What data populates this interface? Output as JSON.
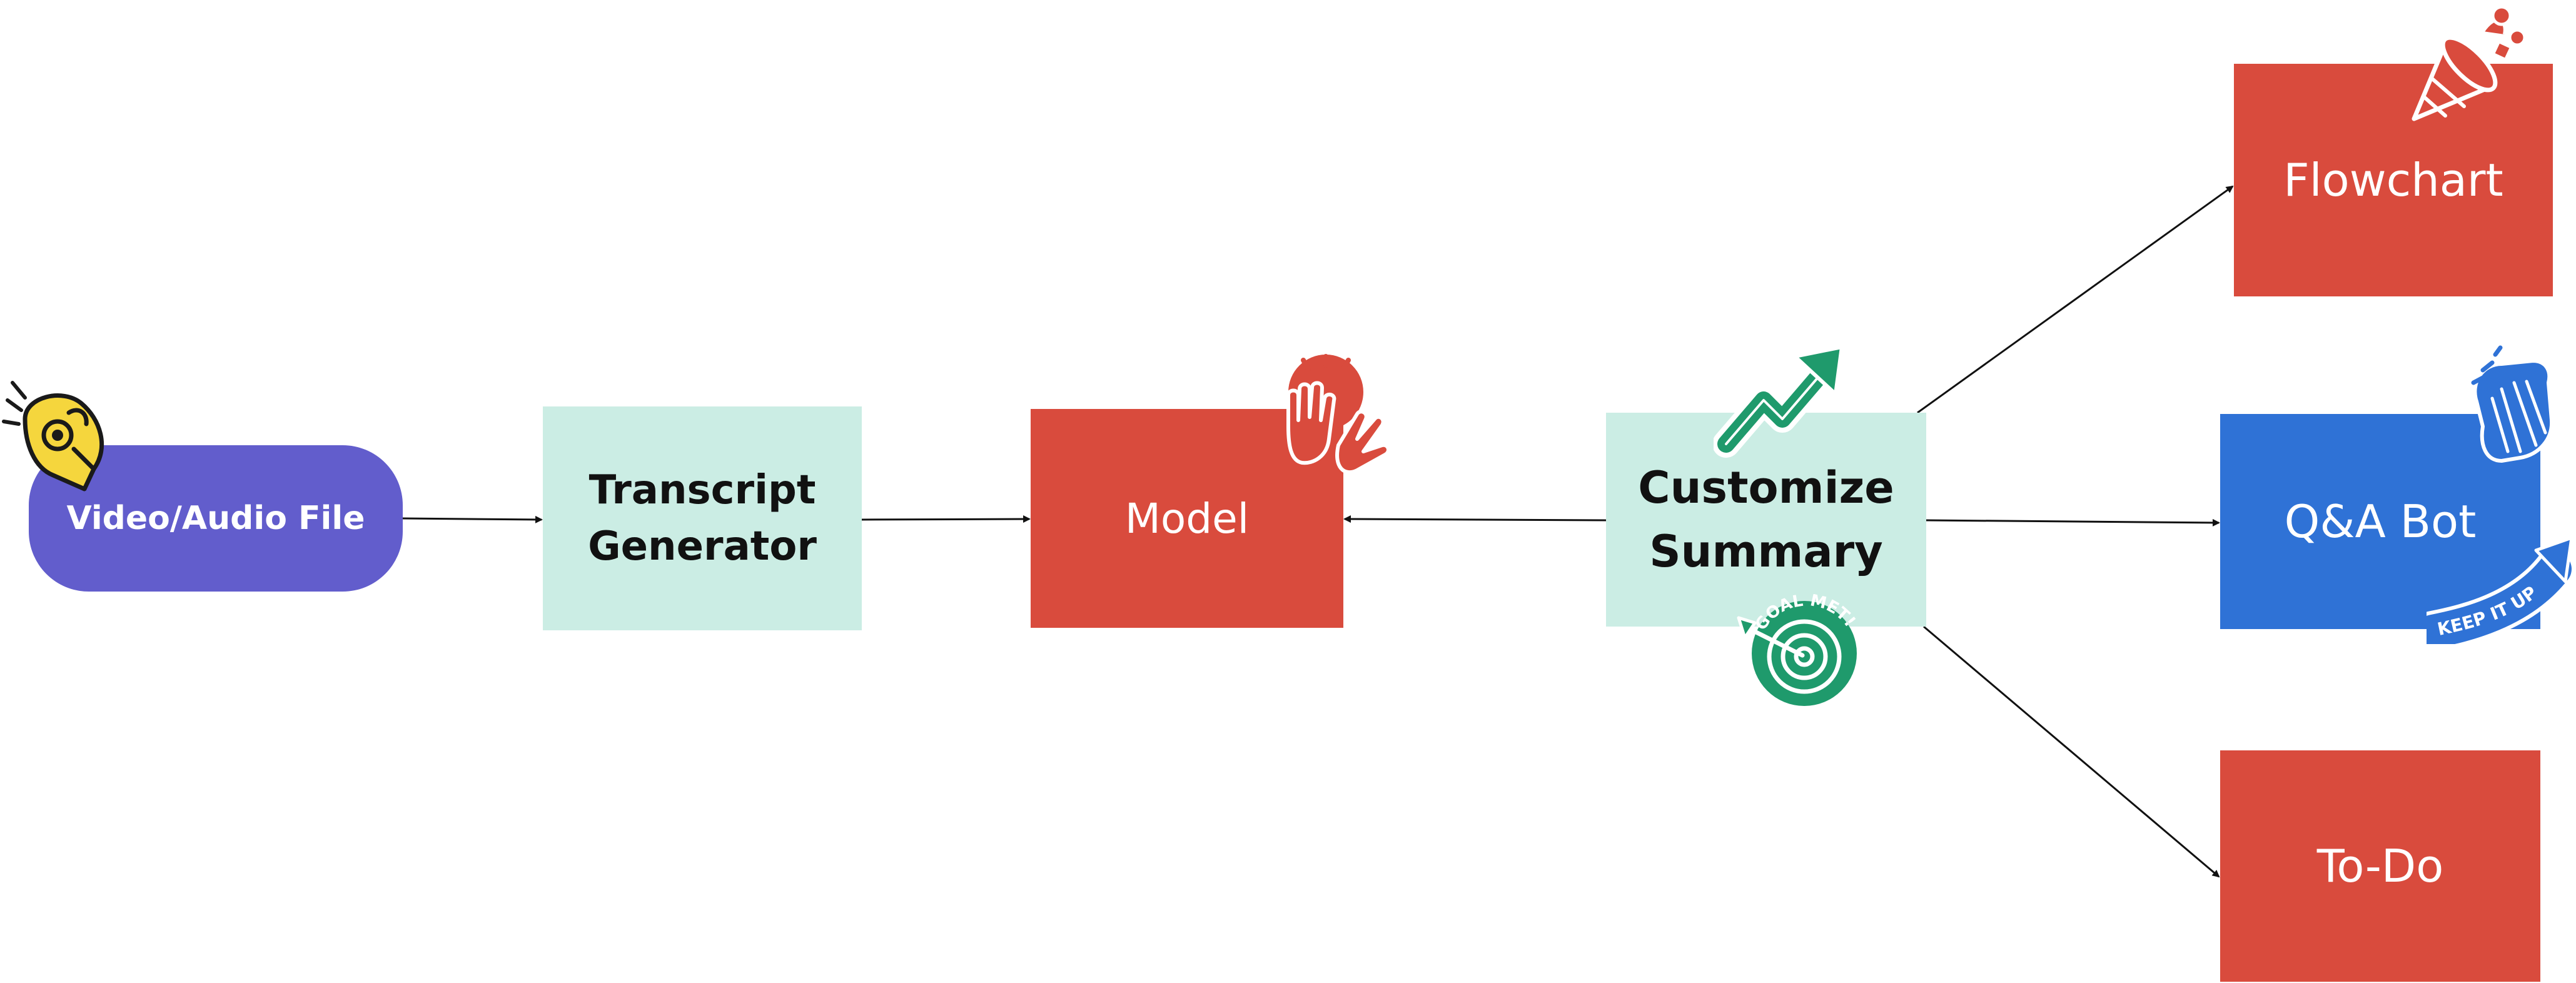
{
  "nodes": {
    "video": "Video/Audio File",
    "transcript": "Transcript\nGenerator",
    "model": "Model",
    "summary": "Customize\nSummary",
    "flowchart": "Flowchart",
    "qabot": "Q&A Bot",
    "todo": "To-Do"
  },
  "stickers": {
    "goal_met": "GOAL MET!",
    "keep_it_up": "KEEP IT UP"
  },
  "icons": [
    "ok-hand-icon",
    "high-five-icon",
    "trend-up-arrow-icon",
    "goal-target-icon",
    "party-popper-icon",
    "clapping-hands-icon",
    "keep-it-up-arrow-icon"
  ],
  "colors": {
    "source_pill": "#625dcc",
    "process_box": "#cbede4",
    "output_red": "#d94b3d",
    "output_blue": "#2f72d6",
    "sticker_yellow": "#f5d63d",
    "sticker_green": "#1f9a6c"
  }
}
